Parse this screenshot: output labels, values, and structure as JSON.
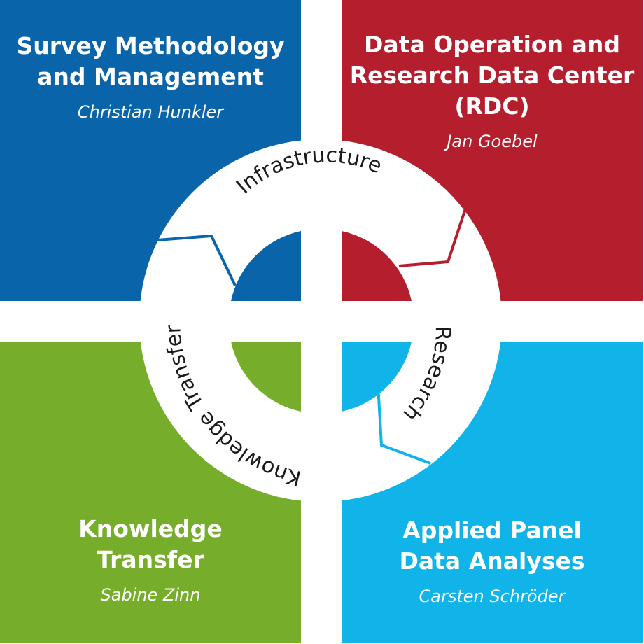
{
  "quadrants": {
    "top_left": {
      "title": "Survey Methodology and Management",
      "title_lines": [
        "Survey Methodology",
        "and Management"
      ],
      "person": "Christian Hunkler",
      "color": "#0a64aa"
    },
    "top_right": {
      "title": "Data Operation and Research Data Center (RDC)",
      "title_lines": [
        "Data Operation and",
        "Research Data Center",
        "(RDC)"
      ],
      "person": "Jan Goebel",
      "color": "#b41e2d"
    },
    "bottom_left": {
      "title": "Knowledge Transfer",
      "title_lines": [
        "Knowledge",
        "Transfer"
      ],
      "person": "Sabine Zinn",
      "color": "#76ad2a"
    },
    "bottom_right": {
      "title": "Applied Panel Data Analyses",
      "title_lines": [
        "Applied Panel",
        "Data Analyses"
      ],
      "person": "Carsten Schröder",
      "color": "#10b4e8"
    }
  },
  "ring": {
    "infrastructure": "Infrastructure",
    "research": "Research",
    "knowledge_transfer": "Knowledge Transfer"
  }
}
